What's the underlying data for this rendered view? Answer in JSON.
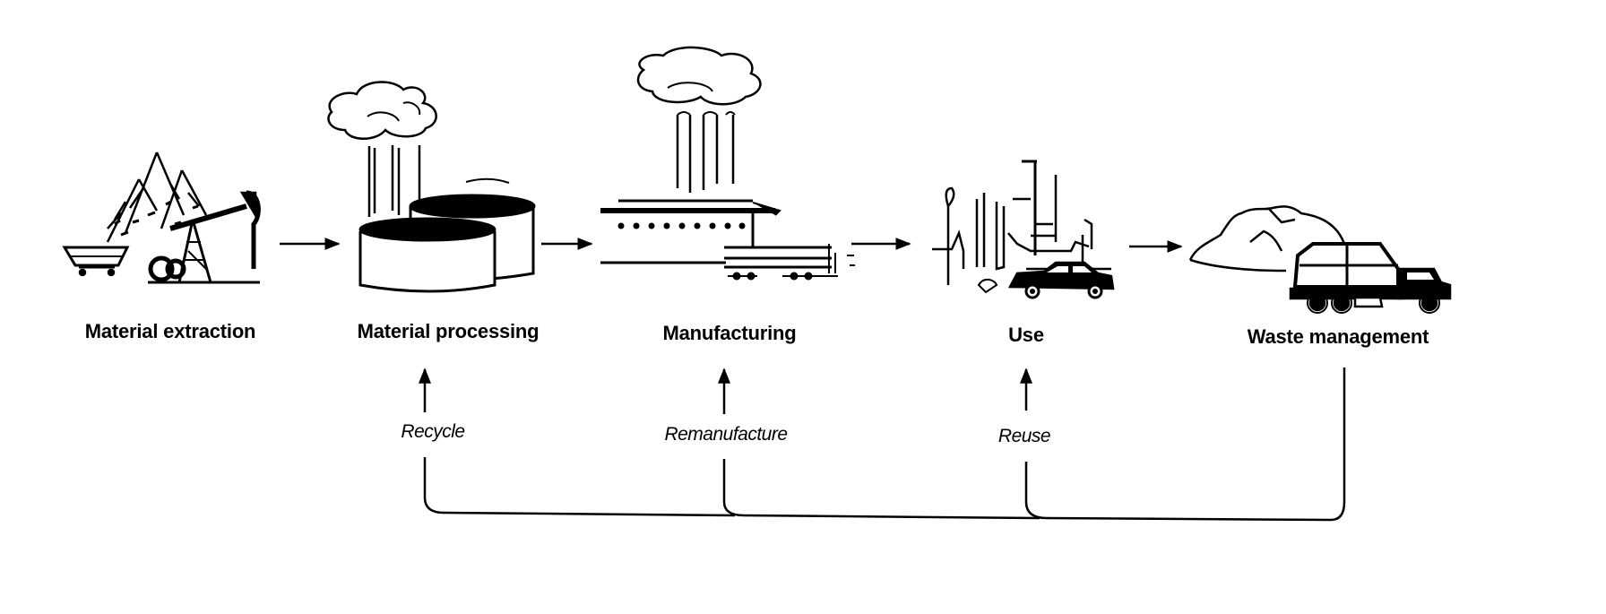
{
  "diagram": {
    "title": "Product life cycle",
    "colors": {
      "ink": "#000000",
      "background": "#ffffff"
    },
    "stages": [
      {
        "id": "extraction",
        "label": "Material extraction",
        "icon": "oil-pump-trees-icon"
      },
      {
        "id": "processing",
        "label": "Material processing",
        "icon": "storage-tanks-icon"
      },
      {
        "id": "manufacturing",
        "label": "Manufacturing",
        "icon": "factory-icon"
      },
      {
        "id": "use",
        "label": "Use",
        "icon": "city-car-icon"
      },
      {
        "id": "waste",
        "label": "Waste management",
        "icon": "landfill-truck-icon"
      }
    ],
    "flow": [
      {
        "from": "extraction",
        "to": "processing"
      },
      {
        "from": "processing",
        "to": "manufacturing"
      },
      {
        "from": "manufacturing",
        "to": "use"
      },
      {
        "from": "use",
        "to": "waste"
      }
    ],
    "loops": [
      {
        "label": "Recycle",
        "from": "waste",
        "to": "processing"
      },
      {
        "label": "Remanufacture",
        "from": "waste",
        "to": "manufacturing"
      },
      {
        "label": "Reuse",
        "from": "waste",
        "to": "use"
      }
    ]
  }
}
